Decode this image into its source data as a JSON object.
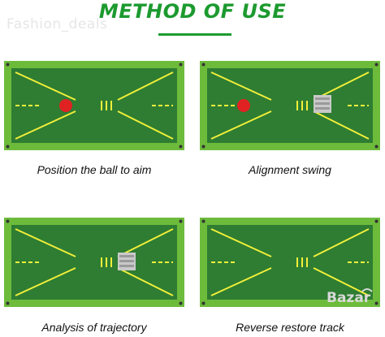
{
  "header": {
    "title": "METHOD OF USE",
    "watermark": "Fashion_deals"
  },
  "panels": [
    {
      "caption": "Position the ball to aim",
      "ball": true,
      "brush": false
    },
    {
      "caption": "Alignment swing",
      "ball": true,
      "brush": true
    },
    {
      "caption": "Analysis of trajectory",
      "ball": false,
      "brush": true
    },
    {
      "caption": "Reverse restore track",
      "ball": false,
      "brush": false
    }
  ],
  "logo": {
    "text": "Bazar"
  },
  "colors": {
    "title_green": "#1c9a2f",
    "mat_border": "#6dbb3b",
    "mat_inner": "#2e7d32",
    "guide_line": "#f2ef3a",
    "ball": "#e02222"
  }
}
